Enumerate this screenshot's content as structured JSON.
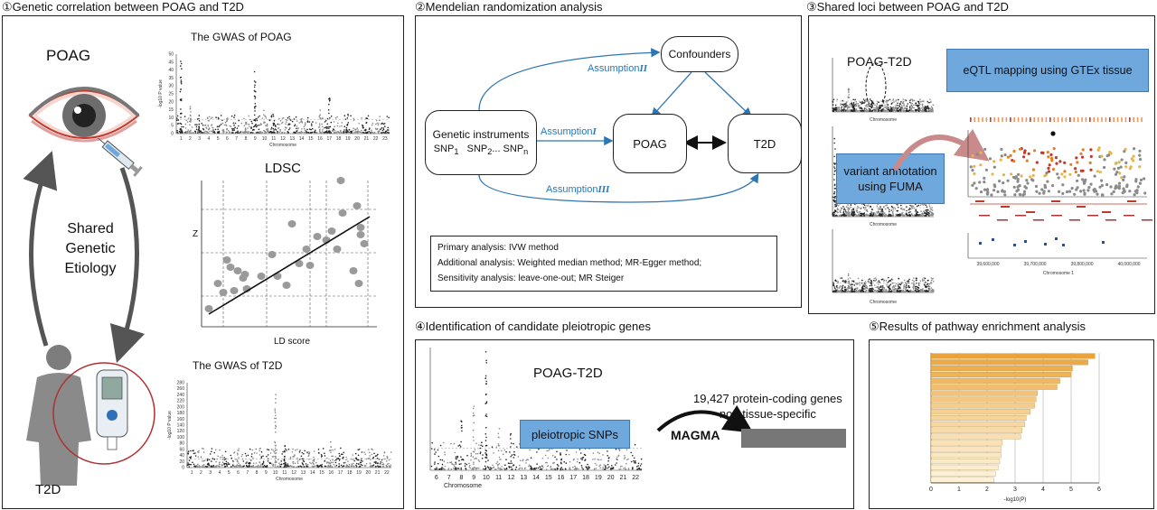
{
  "panel1": {
    "title": "①Genetic correlation between POAG and T2D",
    "poag_label": "POAG",
    "t2d_label": "T2D",
    "shared_line1": "Shared",
    "shared_line2": "Genetic",
    "shared_line3": "Etiology",
    "gwas_poag_title": "The GWAS of  POAG",
    "gwas_t2d_title": "The GWAS of T2D",
    "ldsc_title": "LDSC",
    "ldsc_xlabel": "LD score",
    "ldsc_ylabel": "Z",
    "manhattan_xlabel": "Chromosome",
    "manhattan_ylabel": "-log10 P value",
    "poag_yticks": [
      "0",
      "5",
      "10",
      "15",
      "20",
      "25",
      "30",
      "35",
      "40",
      "45",
      "50"
    ],
    "t2d_yticks": [
      "0",
      "20",
      "40",
      "60",
      "80",
      "100",
      "120",
      "140",
      "160",
      "180",
      "200",
      "220",
      "240",
      "260",
      "280"
    ],
    "chrom_ticks": [
      "1",
      "2",
      "3",
      "4",
      "5",
      "6",
      "7",
      "8",
      "9",
      "10",
      "11",
      "12",
      "13",
      "14",
      "15",
      "16",
      "17",
      "18",
      "19",
      "20",
      "21",
      "22",
      "23"
    ]
  },
  "panel2": {
    "title": "②Mendelian randomization analysis",
    "confounders": "Confounders",
    "instruments_line1": "Genetic instruments",
    "poag": "POAG",
    "t2d": "T2D",
    "assumption1": "Assumption",
    "assumption1_roman": "I",
    "assumption2": "Assumption",
    "assumption2_roman": "II",
    "assumption3": "Assumption",
    "assumption3_roman": "III",
    "methods": [
      "Primary analysis: IVW method",
      "Additional analysis: Weighted median method;  MR-Egger method;",
      "Sensitivity analysis: leave-one-out; MR Steiger"
    ]
  },
  "panel3": {
    "title": "③Shared loci between POAG and T2D",
    "poag_t2d": "POAG-T2D",
    "eqtl": "eQTL mapping using GTEx tissue",
    "variant_line1": "variant annotation",
    "variant_line2": "using FUMA",
    "chromosome": "Chromosome",
    "chromosome1": "Chromosome 1",
    "pos_ticks": [
      "39,600,000",
      "39,700,000",
      "39,800,000",
      "40,000,000"
    ]
  },
  "panel4": {
    "title": "④Identification of candidate pleiotropic genes",
    "poag_t2d": "POAG-T2D",
    "pleiotropic": "pleiotropic SNPs",
    "genes_line1": "19,427 protein-coding genes",
    "genes_line2": "non tissue-specific",
    "magma": "MAGMA",
    "chromosome": "Chromosome",
    "chrom_ticks": [
      "6",
      "7",
      "8",
      "9",
      "10",
      "11",
      "12",
      "13",
      "14",
      "15",
      "16",
      "17",
      "18",
      "19",
      "20",
      "21",
      "22"
    ]
  },
  "panel5": {
    "title": "⑤Results of pathway enrichment analysis",
    "xlabel": "-log10(P)",
    "xticks": [
      "0",
      "1",
      "2",
      "3",
      "4",
      "5",
      "6"
    ]
  },
  "chart_data": {
    "type": "bar",
    "xlabel": "-log10(P)",
    "xlim": [
      0,
      6
    ],
    "values": [
      5.85,
      5.6,
      5.05,
      5.0,
      4.6,
      4.5,
      3.8,
      3.75,
      3.7,
      3.55,
      3.4,
      3.35,
      3.25,
      3.2,
      2.55,
      2.5,
      2.5,
      2.45,
      2.4,
      2.3,
      2.25
    ],
    "colors": [
      "#e8a33d",
      "#eba947",
      "#ecae50",
      "#eeb35a",
      "#efb864",
      "#f1bd6e",
      "#f2c278",
      "#f3c782",
      "#f4cc8b",
      "#f5d094",
      "#f6d49c",
      "#f7d8a4",
      "#f8dbab",
      "#f8deb2",
      "#f9e1b8",
      "#f9e4be",
      "#fae7c4",
      "#faeac9",
      "#fbedcf",
      "#fbf0d5",
      "#fcf2da"
    ]
  },
  "colors": {
    "blue_box": "#6fa8dc",
    "arrow_blue": "#2e75b6",
    "bar_gold": "#e8a33d",
    "eye_red": "#c0392b"
  }
}
